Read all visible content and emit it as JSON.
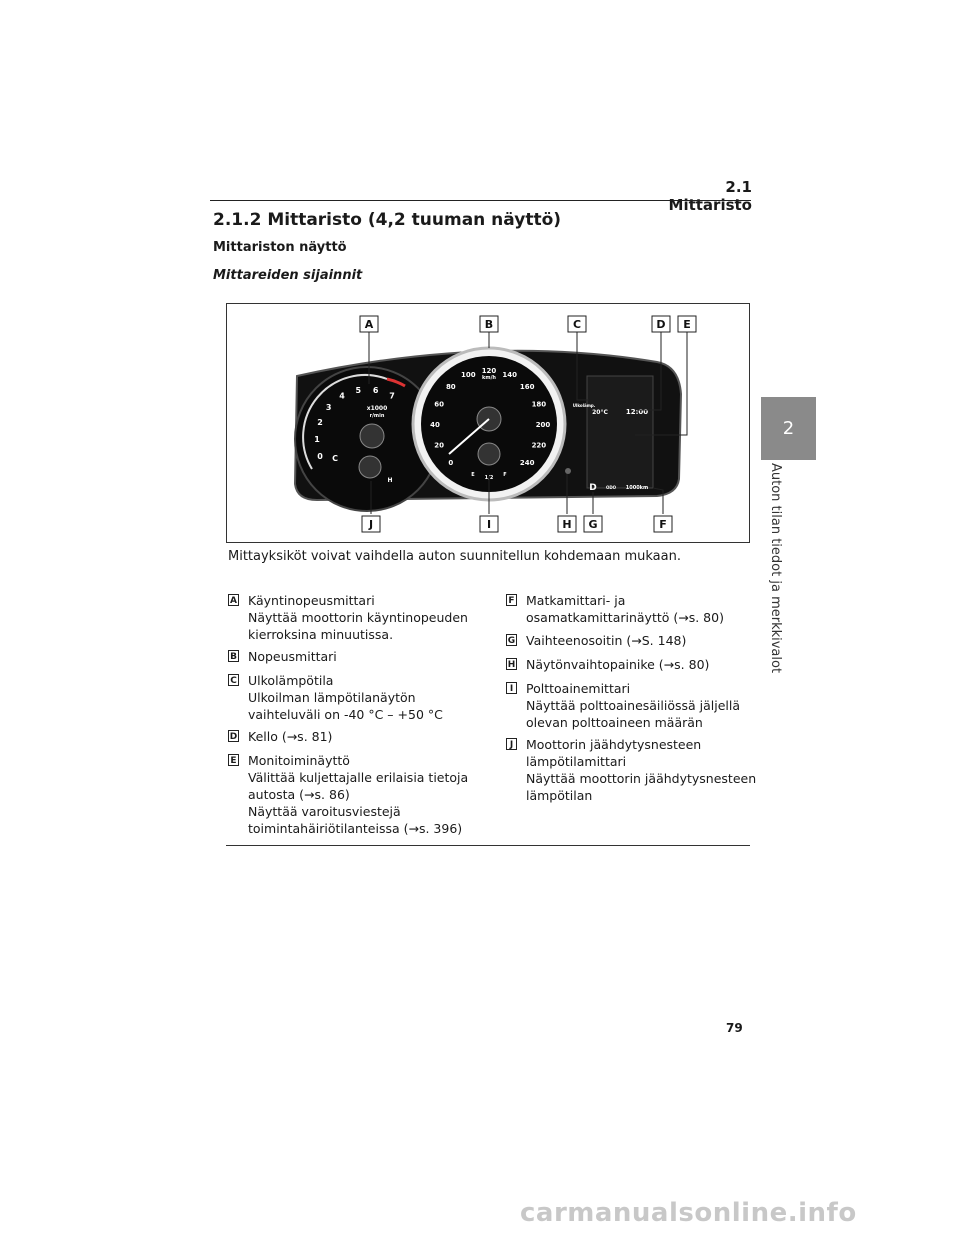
{
  "header": {
    "section": "2.1 Mittaristo"
  },
  "heading": "2.1.2 Mittaristo (4,2 tuuman näyttö)",
  "subheading": "Mittariston näyttö",
  "subsubheading": "Mittareiden sijainnit",
  "figure": {
    "top_labels": [
      "A",
      "B",
      "C",
      "D",
      "E"
    ],
    "bottom_labels": [
      "J",
      "I",
      "H",
      "G",
      "F"
    ],
    "tach_ticks": [
      "0",
      "1",
      "2",
      "3",
      "4",
      "5",
      "6",
      "7"
    ],
    "tach_unit": "x1000\nr/min",
    "tach_unit_line1": "x1000",
    "tach_unit_line2": "r/min",
    "speed_ticks": [
      "0",
      "20",
      "40",
      "60",
      "80",
      "100",
      "120",
      "140",
      "160",
      "180",
      "200",
      "220",
      "240"
    ],
    "speed_unit": "km/h",
    "temp_label": "C",
    "temp_label_h": "H",
    "fuel_e": "E",
    "fuel_half": "1/2",
    "fuel_f": "F",
    "outside_temp_label": "Ulkolämp.",
    "outside_temp_value": "20°C",
    "clock": "12:00",
    "gear": "D",
    "odo_label": "ODO",
    "odo_value": "1000km"
  },
  "caption": "Mittayksiköt voivat vaihdella auton suunnitellun kohdemaan mukaan.",
  "items": [
    {
      "letter": "A",
      "lines": [
        "Käyntinopeusmittari",
        "Näyttää moottorin käyntinopeuden",
        "kierroksina minuutissa."
      ]
    },
    {
      "letter": "B",
      "lines": [
        "Nopeusmittari"
      ]
    },
    {
      "letter": "C",
      "lines": [
        "Ulkolämpötila",
        "Ulkoilman lämpötilanäytön",
        "vaihteluväli on -40 °C – +50 °C"
      ]
    },
    {
      "letter": "D",
      "lines": [
        "Kello (→s. 81)"
      ]
    },
    {
      "letter": "E",
      "lines": [
        "Monitoiminäyttö",
        "Välittää kuljettajalle erilaisia tietoja",
        "autosta (→s. 86)",
        "Näyttää varoitusviestejä",
        "toimintahäiriötilanteissa (→s. 396)"
      ]
    },
    {
      "letter": "F",
      "lines": [
        "Matkamittari- ja",
        "osamatkamittarinäyttö (→s. 80)"
      ]
    },
    {
      "letter": "G",
      "lines": [
        "Vaihteenosoitin (→S. 148)"
      ]
    },
    {
      "letter": "H",
      "lines": [
        "Näytönvaihtopainike (→s. 80)"
      ]
    },
    {
      "letter": "I",
      "lines": [
        "Polttoainemittari",
        "Näyttää polttoainesäiliössä jäljellä",
        "olevan polttoaineen määrän"
      ]
    },
    {
      "letter": "J",
      "lines": [
        "Moottorin jäähdytysnesteen",
        "lämpötilamittari",
        "Näyttää moottorin jäähdytysnesteen",
        "lämpötilan"
      ]
    }
  ],
  "page_number": "79",
  "side_tab": {
    "number": "2",
    "text": "Auton tilan tiedot ja merkkivalot"
  },
  "watermark": "carmanualsonline.info"
}
